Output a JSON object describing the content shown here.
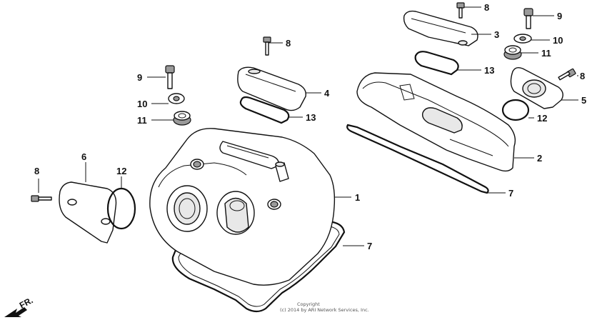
{
  "callouts": {
    "c1": "1",
    "c2": "2",
    "c3": "3",
    "c4": "4",
    "c5": "5",
    "c6": "6",
    "c7a": "7",
    "c7b": "7",
    "c8a": "8",
    "c8b": "8",
    "c8c": "8",
    "c8d": "8",
    "c9a": "9",
    "c9b": "9",
    "c10a": "10",
    "c10b": "10",
    "c11a": "11",
    "c11b": "11",
    "c12a": "12",
    "c12b": "12",
    "c13a": "13",
    "c13b": "13"
  },
  "direction_label": "FR.",
  "copyright_line1": "Copyright",
  "copyright_line2": "(c) 2014 by ARI Network Services, Inc."
}
